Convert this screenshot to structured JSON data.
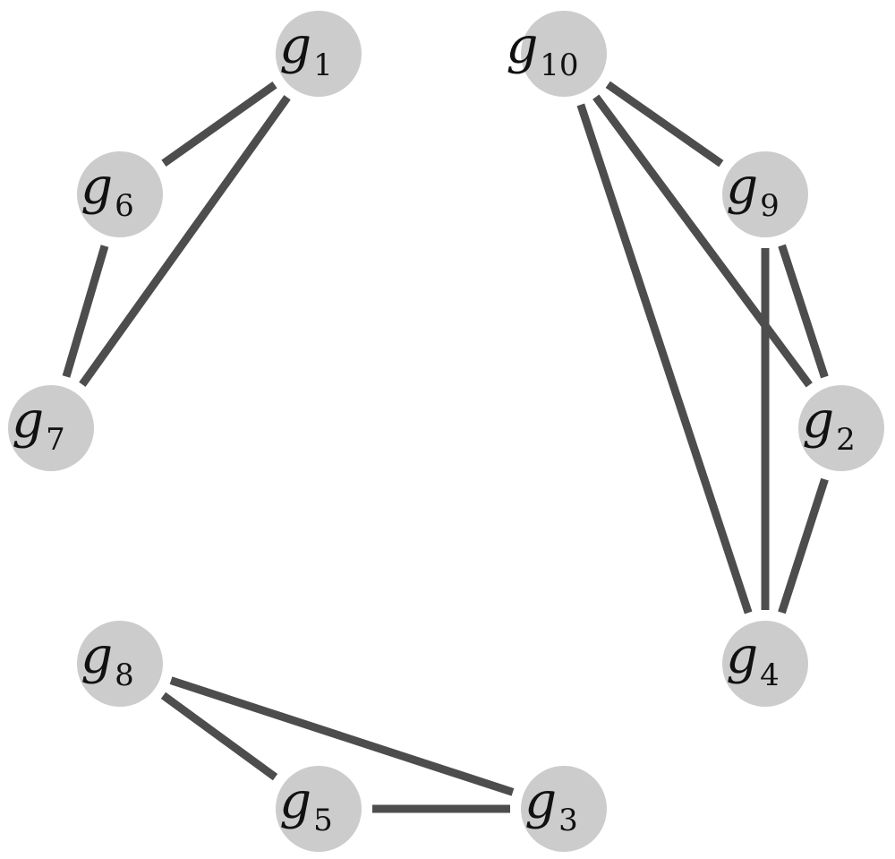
{
  "graph": {
    "colors": {
      "node_fill": "#cccccc",
      "edge_stroke": "#4d4d4d",
      "label": "#111111",
      "background": "#ffffff"
    },
    "nodes": [
      {
        "id": "g1",
        "letter": "g",
        "subscript": "1"
      },
      {
        "id": "g10",
        "letter": "g",
        "subscript": "10"
      },
      {
        "id": "g6",
        "letter": "g",
        "subscript": "6"
      },
      {
        "id": "g9",
        "letter": "g",
        "subscript": "9"
      },
      {
        "id": "g7",
        "letter": "g",
        "subscript": "7"
      },
      {
        "id": "g2",
        "letter": "g",
        "subscript": "2"
      },
      {
        "id": "g8",
        "letter": "g",
        "subscript": "8"
      },
      {
        "id": "g4",
        "letter": "g",
        "subscript": "4"
      },
      {
        "id": "g5",
        "letter": "g",
        "subscript": "5"
      },
      {
        "id": "g3",
        "letter": "g",
        "subscript": "3"
      }
    ],
    "edges": [
      {
        "from": "g1",
        "to": "g6"
      },
      {
        "from": "g1",
        "to": "g7"
      },
      {
        "from": "g6",
        "to": "g7"
      },
      {
        "from": "g10",
        "to": "g9"
      },
      {
        "from": "g10",
        "to": "g2"
      },
      {
        "from": "g10",
        "to": "g4"
      },
      {
        "from": "g9",
        "to": "g2"
      },
      {
        "from": "g9",
        "to": "g4"
      },
      {
        "from": "g2",
        "to": "g4"
      },
      {
        "from": "g8",
        "to": "g5"
      },
      {
        "from": "g8",
        "to": "g3"
      },
      {
        "from": "g5",
        "to": "g3"
      }
    ]
  }
}
